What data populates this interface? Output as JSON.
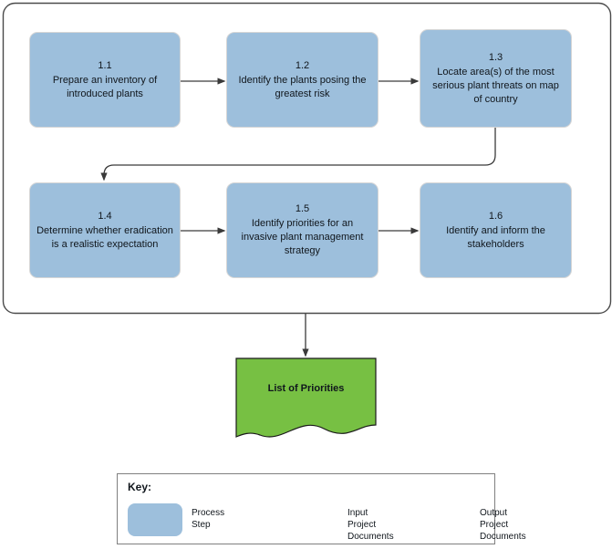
{
  "diagram": {
    "container": {
      "name": "process-group-container"
    },
    "steps": [
      {
        "id": "1.1",
        "label": "Prepare an inventory of introduced plants"
      },
      {
        "id": "1.2",
        "label": "Identify the plants posing the greatest risk"
      },
      {
        "id": "1.3",
        "label": "Locate area(s) of the most serious plant threats on map of country"
      },
      {
        "id": "1.4",
        "label": "Determine whether eradication is a realistic expectation"
      },
      {
        "id": "1.5",
        "label": "Identify priorities for an invasive plant management strategy"
      },
      {
        "id": "1.6",
        "label": "Identify and inform the stakeholders"
      }
    ],
    "output_document": {
      "label": "List of Priorities"
    },
    "connectors": [
      {
        "name": "arrow-1-1-to-1-2",
        "from": "1.1",
        "to": "1.2",
        "style": "straight-right"
      },
      {
        "name": "arrow-1-2-to-1-3",
        "from": "1.2",
        "to": "1.3",
        "style": "straight-right"
      },
      {
        "name": "arrow-1-3-to-1-4",
        "from": "1.3",
        "to": "1.4",
        "style": "elbow-down-left-down"
      },
      {
        "name": "arrow-1-4-to-1-5",
        "from": "1.4",
        "to": "1.5",
        "style": "straight-right"
      },
      {
        "name": "arrow-1-5-to-1-6",
        "from": "1.5",
        "to": "1.6",
        "style": "straight-right"
      },
      {
        "name": "arrow-group-to-output",
        "from": "process-group",
        "to": "List of Priorities",
        "style": "straight-down"
      }
    ]
  },
  "legend": {
    "title": "Key:",
    "items": [
      {
        "shape": "process-step-swatch",
        "label": "Process\nStep",
        "color": "#9DBFDC"
      },
      {
        "shape": "input-document-swatch",
        "label": "Input Project\nDocuments",
        "color": "#FFFFAA"
      },
      {
        "shape": "output-document-swatch",
        "label": "Output Project\nDocuments",
        "color": "#77C043"
      }
    ]
  },
  "colors": {
    "process_fill": "#9DBFDC",
    "output_doc_fill": "#77C043",
    "input_doc_fill": "#FFFFAA",
    "connector": "#3a3a3a",
    "container_border": "#4a4a4a",
    "legend_border": "#808080"
  }
}
